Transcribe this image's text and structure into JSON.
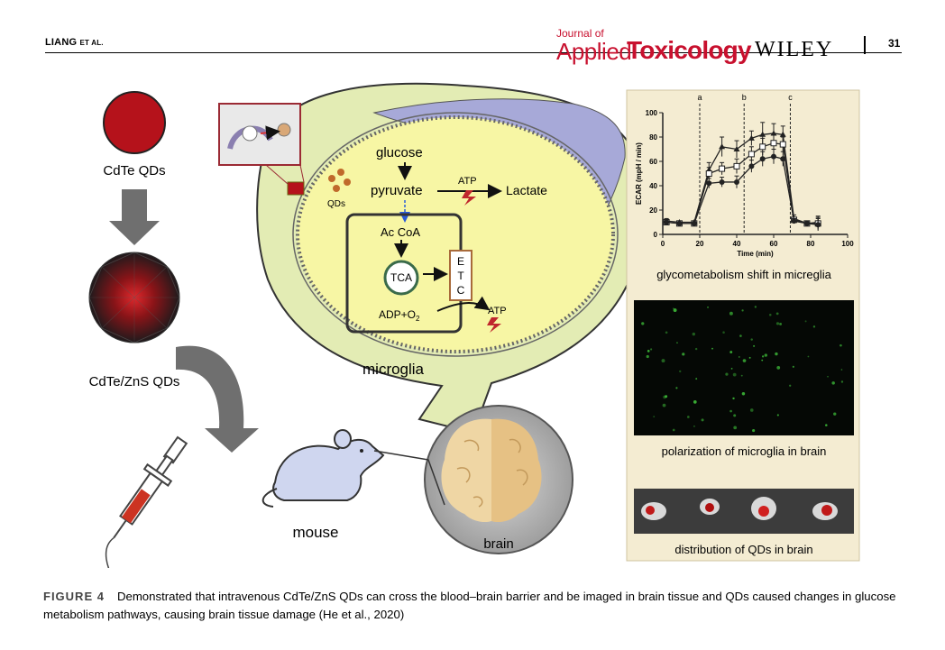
{
  "header": {
    "author_main": "LIANG",
    "author_suffix": "ET AL.",
    "journal_of": "Journal of",
    "journal_applied": "Applied",
    "journal_toxicology": "Toxicology",
    "publisher": "WILEY",
    "page_number": "31"
  },
  "figure": {
    "cdte_label": "CdTe QDs",
    "cdte_zns_label": "CdTe/ZnS QDs",
    "mouse_label": "mouse",
    "brain_label": "brain",
    "microglia_label": "microglia",
    "qds_label": "QDs",
    "glucose": "glucose",
    "pyruvate": "pyruvate",
    "atp": "ATP",
    "lactate": "Lactate",
    "acetyl_coa": "Ac CoA",
    "tca": "TCA",
    "etc": [
      "E",
      "T",
      "C"
    ],
    "adp_o2": "ADP+O",
    "adp_sub": "2",
    "panel1_caption": "glycometabolism shift in micreglia",
    "panel2_caption": "polarization of microglia in brain",
    "panel3_caption": "distribution of QDs in brain",
    "colors": {
      "qd_red": "#b5121b",
      "cell_fill": "#f7f6a4",
      "cell_outer": "#e3ecb4",
      "panel_bg": "#f4ecd2",
      "blood_vessel": "#a7a9d8"
    }
  },
  "chart_data": {
    "type": "line",
    "xlabel": "Time (min)",
    "ylabel": "ECAR (mpH / min)",
    "xlim": [
      0,
      100
    ],
    "ylim": [
      0,
      100
    ],
    "xticks": [
      0,
      20,
      40,
      60,
      80,
      100
    ],
    "yticks": [
      0,
      20,
      40,
      60,
      80,
      100
    ],
    "vlines": [
      {
        "label": "a",
        "x": 20
      },
      {
        "label": "b",
        "x": 44
      },
      {
        "label": "c",
        "x": 69
      }
    ],
    "x": [
      2,
      9,
      17,
      25,
      32,
      40,
      48,
      54,
      60,
      65,
      71,
      78,
      84
    ],
    "series": [
      {
        "marker": "triangle",
        "values": [
          11,
          10,
          10,
          53,
          72,
          70,
          79,
          82,
          83,
          82,
          13,
          9,
          10
        ],
        "err": [
          2,
          1,
          1,
          6,
          8,
          7,
          6,
          10,
          8,
          7,
          3,
          2,
          5
        ]
      },
      {
        "marker": "square",
        "values": [
          10,
          9,
          9,
          50,
          54,
          56,
          66,
          72,
          75,
          74,
          12,
          9,
          9
        ],
        "err": [
          2,
          1,
          1,
          5,
          5,
          6,
          6,
          7,
          7,
          6,
          2,
          2,
          5
        ]
      },
      {
        "marker": "circle",
        "values": [
          10,
          9,
          9,
          42,
          43,
          43,
          56,
          62,
          64,
          62,
          11,
          9,
          8
        ],
        "err": [
          2,
          1,
          1,
          4,
          4,
          5,
          5,
          6,
          6,
          6,
          2,
          2,
          5
        ]
      }
    ]
  },
  "caption": {
    "label": "FIGURE 4",
    "text": "Demonstrated that intravenous CdTe/ZnS QDs can cross the blood–brain barrier and be imaged in brain tissue and QDs caused changes in glucose metabolism pathways, causing brain tissue damage (He et al., 2020)"
  }
}
